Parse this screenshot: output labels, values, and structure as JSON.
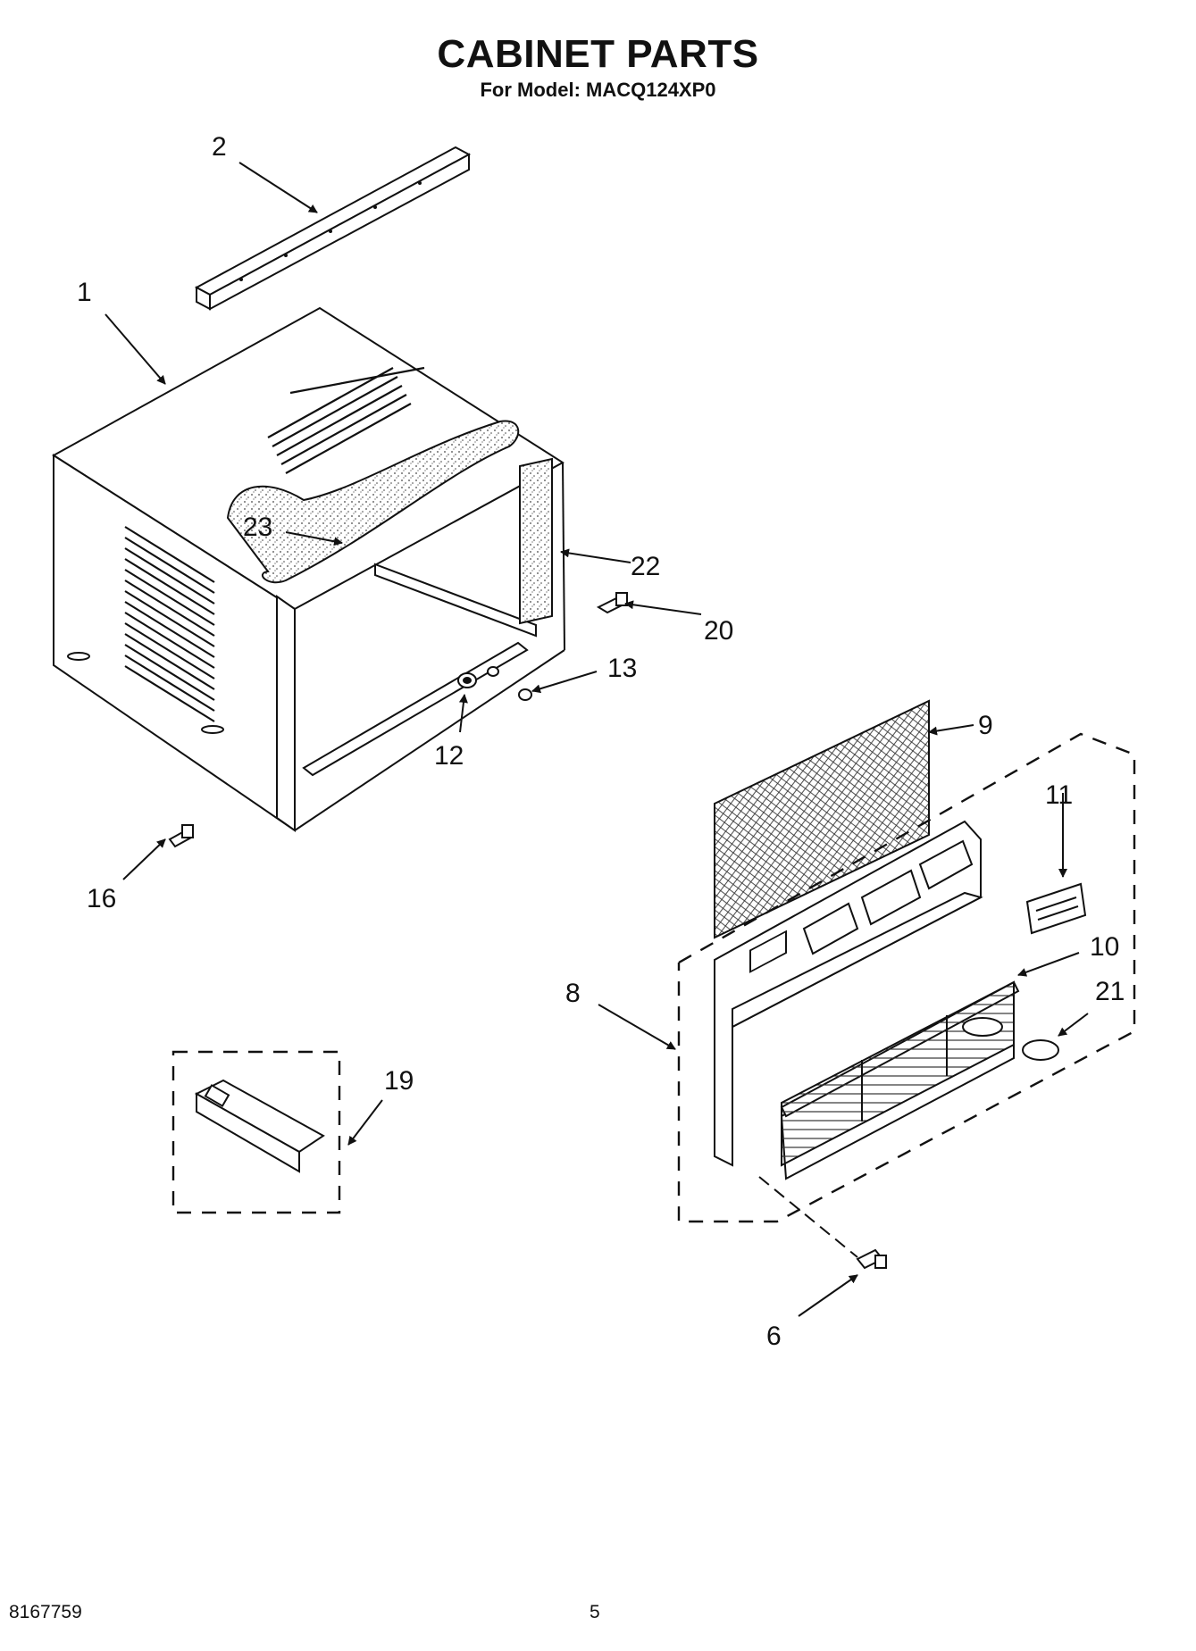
{
  "header": {
    "title": "CABINET PARTS",
    "subtitle": "For Model: MACQ124XP0"
  },
  "callouts": {
    "p1": "1",
    "p2": "2",
    "p6": "6",
    "p8": "8",
    "p9": "9",
    "p10": "10",
    "p11": "11",
    "p12": "12",
    "p13": "13",
    "p16": "16",
    "p19": "19",
    "p20": "20",
    "p21": "21",
    "p22": "22",
    "p23": "23"
  },
  "footer": {
    "doc_number": "8167759",
    "page_number": "5"
  }
}
